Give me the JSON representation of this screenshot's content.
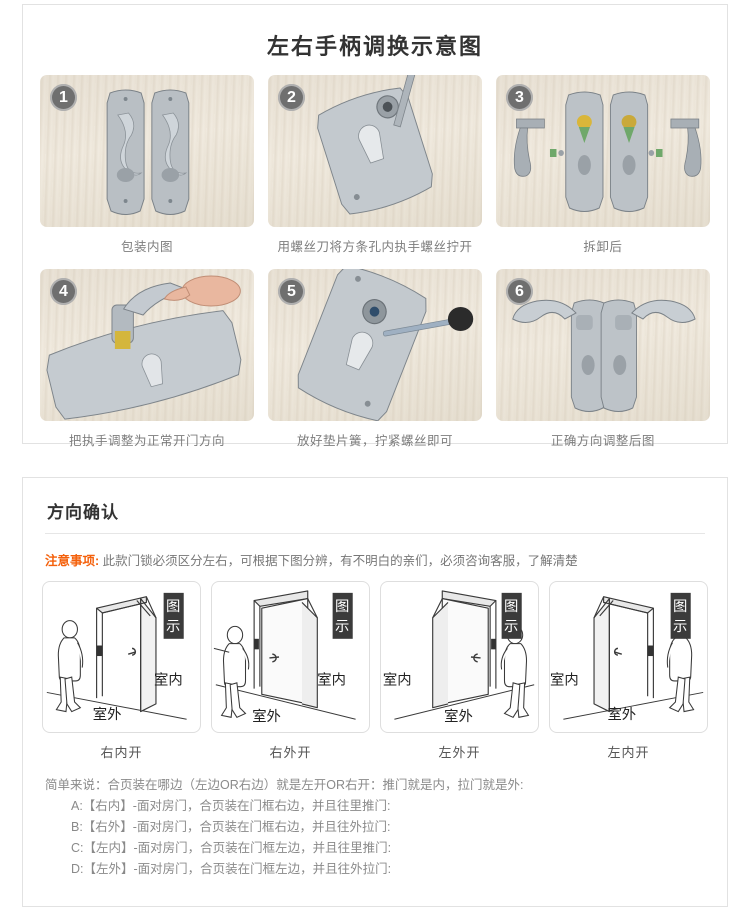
{
  "steps_section": {
    "title": "左右手柄调换示意图",
    "steps": [
      {
        "badge": "1",
        "caption": "包装内图",
        "photo": "two-chrome-handle-plates"
      },
      {
        "badge": "2",
        "caption": "用螺丝刀将方条孔内执手螺丝拧开",
        "photo": "plate-with-screwdriver"
      },
      {
        "badge": "3",
        "caption": "拆卸后",
        "photo": "disassembled-parts"
      },
      {
        "badge": "4",
        "caption": "把执手调整为正常开门方向",
        "photo": "hand-adjusting-lever"
      },
      {
        "badge": "5",
        "caption": "放好垫片簧，拧紧螺丝即可",
        "photo": "tightening-screw"
      },
      {
        "badge": "6",
        "caption": "正确方向调整后图",
        "photo": "finished-pair-of-handles"
      }
    ]
  },
  "direction_section": {
    "heading": "方向确认",
    "notice_label": "注意事项:",
    "notice_text": "此款门锁必须区分左右，可根据下图分辨，有不明白的亲们，必须咨询客服，了解清楚",
    "badge_text": "图示",
    "indoor_label": "室内",
    "outdoor_label": "室外",
    "doors": [
      {
        "caption": "右内开",
        "hinge": "left",
        "person": "left",
        "swing": "in",
        "indoor_side": "right",
        "outdoor_side": "bottom"
      },
      {
        "caption": "右外开",
        "hinge": "left",
        "person": "left",
        "swing": "out",
        "indoor_side": "right",
        "outdoor_side": "bottom"
      },
      {
        "caption": "左外开",
        "hinge": "right",
        "person": "right",
        "swing": "out",
        "indoor_side": "left",
        "outdoor_side": "bottom"
      },
      {
        "caption": "左内开",
        "hinge": "right",
        "person": "right",
        "swing": "in",
        "indoor_side": "left",
        "outdoor_side": "bottom"
      }
    ],
    "summary": "简单来说：合页装在哪边（左边OR右边）就是左开OR右开：推门就是内，拉门就是外:",
    "rules": [
      "A:【右内】-面对房门，合页装在门框右边，并且往里推门:",
      "B:【右外】-面对房门，合页装在门框右边，并且往外拉门:",
      "C:【左内】-面对房门，合页装在门框左边，并且往里推门:",
      "D:【左外】-面对房门，合页装在门框左边，并且往外拉门:"
    ]
  },
  "colors": {
    "warn": "#f4600b",
    "badge_bg": "#6f6f6f",
    "panel_border": "#e2e2e2",
    "text": "#7d7d7d"
  }
}
